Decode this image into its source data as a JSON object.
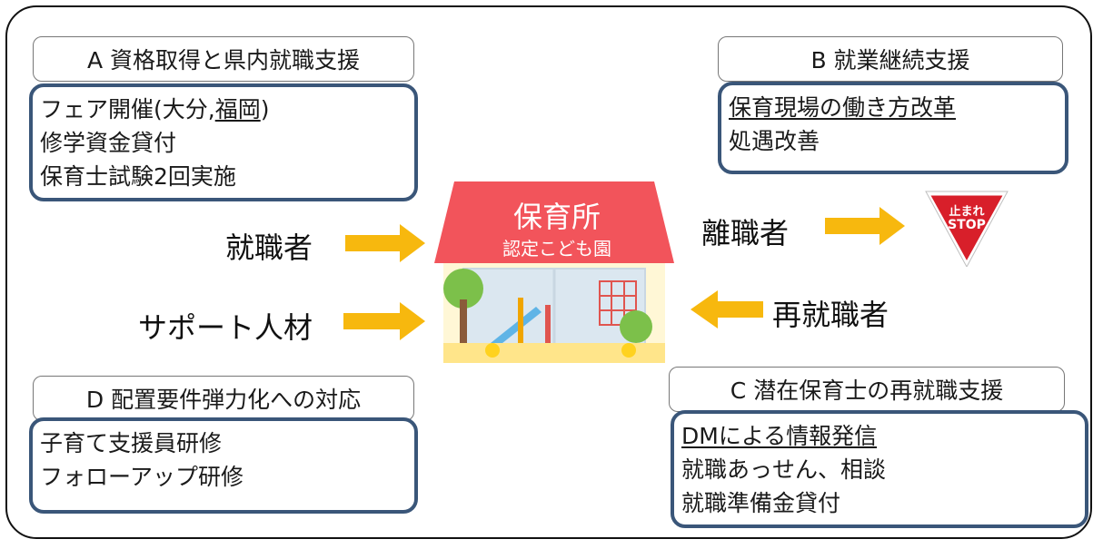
{
  "colors": {
    "box_border": "#3a5679",
    "header_border": "#777777",
    "arrow": "#f7b80e",
    "roof": "#f2545b",
    "stop_sign": "#d81f2a"
  },
  "section_a": {
    "header": "A 資格取得と県内就職支援",
    "line1_prefix": "フェア開催(大分,",
    "line1_underlined": "福岡",
    "line1_suffix": ")",
    "line2": "修学資金貸付",
    "line3": "保育士試験2回実施"
  },
  "section_b": {
    "header": "B 就業継続支援",
    "line1_underlined": "保育現場の働き方改革",
    "line2": "処遇改善"
  },
  "section_c": {
    "header": "C 潜在保育士の再就職支援",
    "line1_underlined": "DMによる情報発信",
    "line2": "就職あっせん、相談",
    "line3": "就職準備金貸付"
  },
  "section_d": {
    "header": "D 配置要件弾力化への対応",
    "line1": "子育て支援員研修",
    "line2": "フォローアップ研修"
  },
  "flows": {
    "employed": "就職者",
    "support_staff": "サポート人材",
    "resigned": "離職者",
    "reemployed": "再就職者"
  },
  "facility": {
    "title": "保育所",
    "subtitle": "認定こども園"
  },
  "stop_sign": {
    "top": "止まれ",
    "bottom": "STOP"
  },
  "icons": {
    "arrow": "right-arrow-icon",
    "stop": "stop-sign-icon",
    "building": "nursery-building-icon"
  }
}
